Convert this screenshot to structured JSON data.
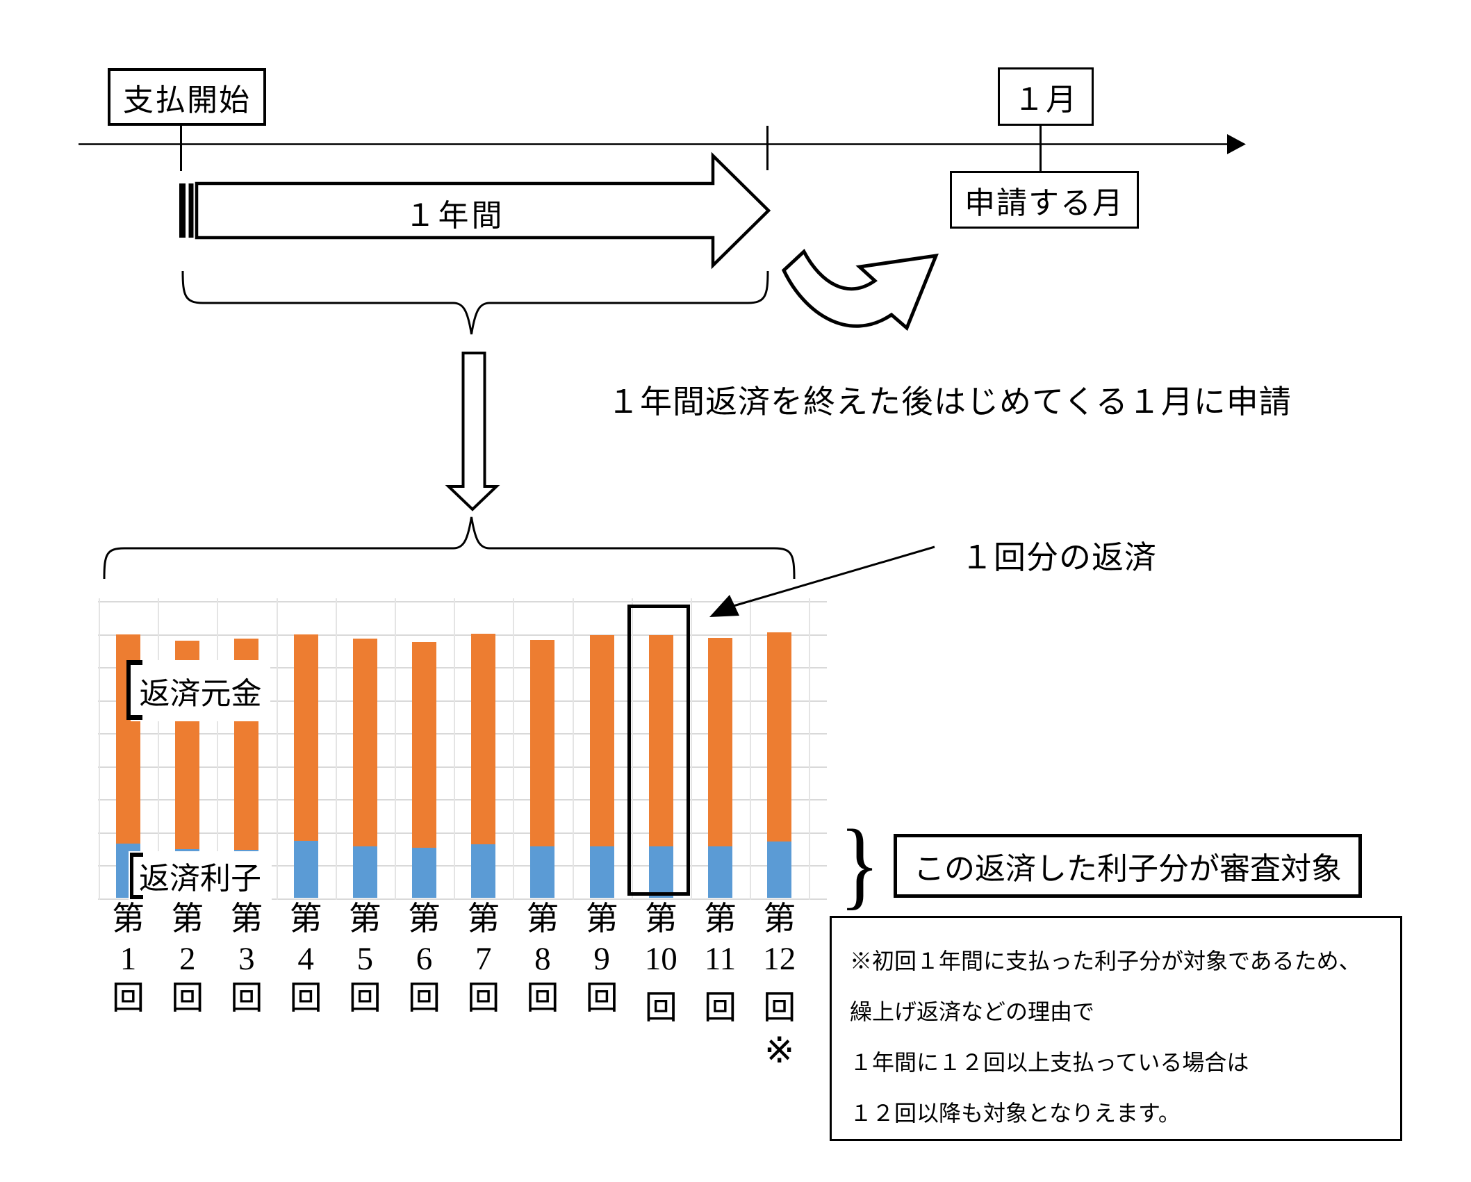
{
  "boxes": {
    "payment_start": "支払開始",
    "january": "１月",
    "application_month": "申請する月"
  },
  "arrow": {
    "year_label": "１年間"
  },
  "annotations": {
    "apply": "１年間返済を終えた後はじめてくる１月に申請",
    "one_payment": "１回分の返済"
  },
  "labels": {
    "principal": "返済元金",
    "interest": "返済利子"
  },
  "review": {
    "text": "この返済した利子分が審査対象"
  },
  "note": {
    "lines": [
      "※初回１年間に支払った利子分が対象であるため、",
      "繰上げ返済などの理由で",
      "１年間に１２回以上支払っている場合は",
      "１２回以降も対象となりえます。"
    ]
  },
  "footnote_mark": "※",
  "chart_data": {
    "type": "bar",
    "stacked": true,
    "title": "",
    "xlabel": "",
    "ylabel": "",
    "axis_labels_visible": false,
    "grid": true,
    "ylim": [
      0,
      9.1
    ],
    "unit_note": "values in gridline divisions (no numeric axis shown in image)",
    "categories": [
      "第1回",
      "第2回",
      "第3回",
      "第4回",
      "第5回",
      "第6回",
      "第7回",
      "第8回",
      "第9回",
      "第10回",
      "第11回",
      "第12回"
    ],
    "category_prefix": "第",
    "category_numbers": [
      "1",
      "2",
      "3",
      "4",
      "5",
      "6",
      "7",
      "8",
      "9",
      "10",
      "11",
      "12"
    ],
    "category_suffix": "回",
    "highlight_category_index": 9,
    "series": [
      {
        "name": "返済利子",
        "color": "#5B9BD5",
        "values": [
          1.66,
          1.49,
          1.47,
          1.73,
          1.56,
          1.52,
          1.64,
          1.56,
          1.56,
          1.56,
          1.56,
          1.71
        ]
      },
      {
        "name": "返済元金",
        "color": "#ED7D31",
        "values": [
          6.32,
          6.3,
          6.4,
          6.27,
          6.31,
          6.23,
          6.38,
          6.27,
          6.4,
          6.4,
          6.33,
          6.35
        ]
      }
    ]
  },
  "colors": {
    "principal_orange": "#ED7D31",
    "interest_blue": "#5B9BD5",
    "gridline": "#D9D9D9",
    "line_black": "#000000"
  }
}
